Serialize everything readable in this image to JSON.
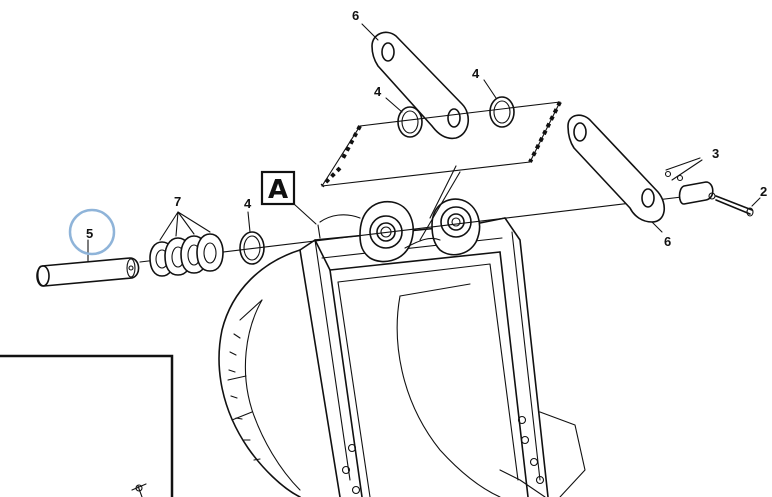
{
  "view_label": "A",
  "callouts": {
    "c2": "2",
    "c3": "3",
    "c4a": "4",
    "c4b": "4",
    "c4c": "4",
    "c5": "5",
    "c6a": "6",
    "c6b": "6",
    "c7": "7"
  },
  "colors": {
    "line": "#111111",
    "highlight": "#8fb4d9",
    "background": "#ffffff"
  }
}
